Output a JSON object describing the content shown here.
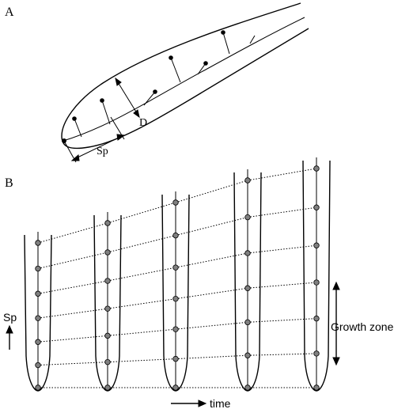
{
  "panel_a": {
    "label": "A",
    "diameter_label": "D",
    "sp_label": "Sp"
  },
  "panel_b": {
    "label": "B",
    "sp_label": "Sp",
    "growth_zone_label": "Growth zone",
    "time_label": "time",
    "snapshot_count": 5,
    "markers_per_snapshot": 7
  },
  "colors": {
    "line": "#000000",
    "marker_fill": "#808080"
  }
}
